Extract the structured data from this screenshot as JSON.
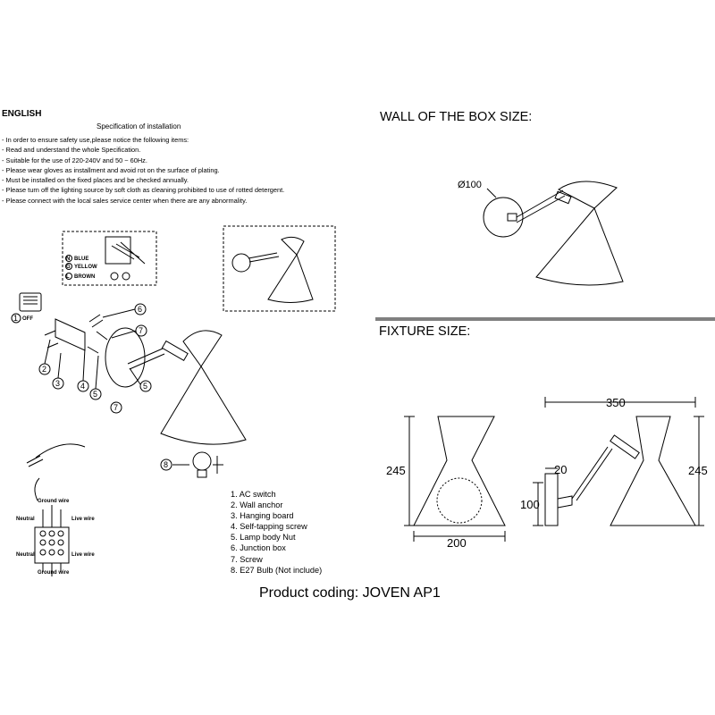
{
  "language_heading": "ENGLISH",
  "spec_title": "Specification of installation",
  "instructions": [
    "- In order to ensure safety use,please notice the following items:",
    "- Read and understand the whole Specification.",
    "- Suitable for the use of 220-240V and 50 ~ 60Hz.",
    "- Please wear gloves as installment and avoid rot on the surface of plating.",
    "- Must be installed on the fixed places and be checked annually.",
    "- Please turn off the lighting source by soft cloth as cleaning prohibited to use of rotted detergent.",
    "- Please connect with the local sales service center when there are any abnormality."
  ],
  "box_heading": "WALL OF THE BOX SIZE:",
  "fixture_heading": "FIXTURE SIZE:",
  "box_dimension": "Ø100",
  "fixture_dimensions": {
    "width_total": "350",
    "height_left": "245",
    "height_right": "245",
    "base_width": "200",
    "plate_height": "100",
    "plate_depth": "20"
  },
  "wire_colors": [
    "BLUE",
    "YELLOW",
    "BROWN"
  ],
  "wire_codes": [
    "N",
    "G",
    "L"
  ],
  "switch_label": "OFF",
  "wiring_labels": {
    "ground_top": "Ground wire",
    "neutral_top": "Neutral",
    "live_top": "Live wire",
    "neutral_bottom": "Neutral",
    "live_bottom": "Live wire",
    "ground_bottom": "Ground wire"
  },
  "callouts": [
    "1",
    "2",
    "3",
    "4",
    "5",
    "6",
    "7",
    "5",
    "7",
    "8"
  ],
  "legend": [
    "1. AC switch",
    "2. Wall anchor",
    "3. Hanging board",
    "4. Self-tapping screw",
    "5. Lamp body Nut",
    "6. Junction box",
    "7. Screw",
    "8. E27 Bulb (Not include)"
  ],
  "product_coding": "Product coding: JOVEN AP1"
}
